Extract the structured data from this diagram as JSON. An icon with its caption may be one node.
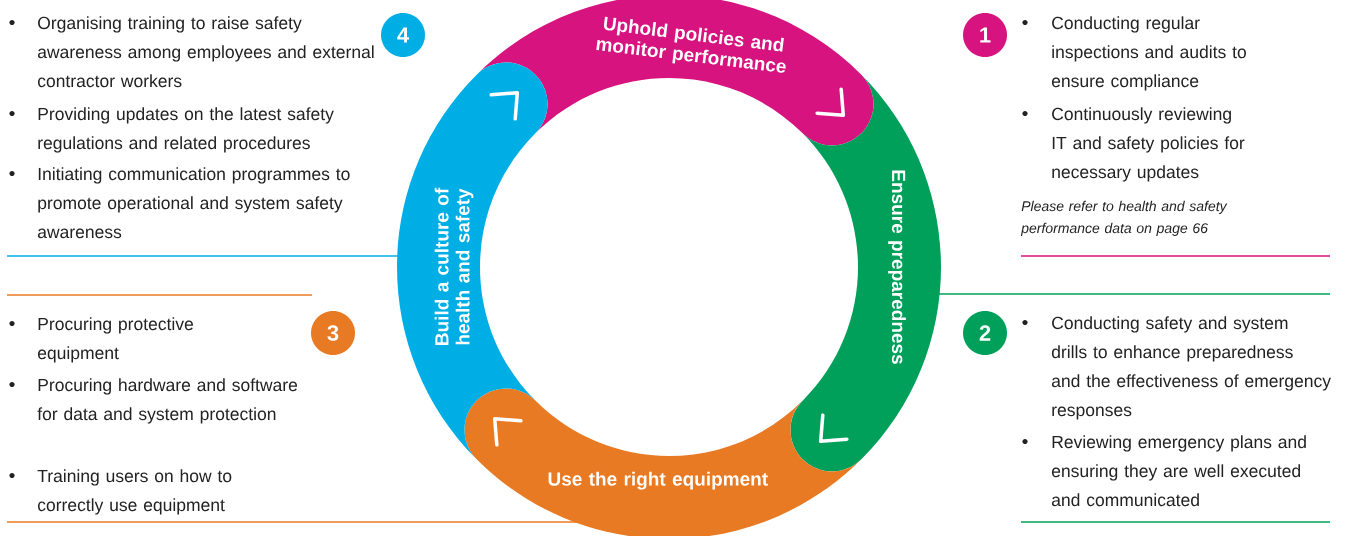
{
  "diagram": {
    "nodes": [
      {
        "text": [
          "Uphold policies and monitor performance"
        ]
      },
      {
        "text": [
          "Ensure preparedness"
        ]
      },
      {
        "text": [
          "Use the right equipment"
        ]
      },
      {
        "text": [
          "Build a culture of health and safety"
        ]
      },
      {
        "text": [
          "1"
        ]
      },
      {
        "text": [
          "2"
        ]
      },
      {
        "text": [
          "3"
        ]
      },
      {
        "text": [
          "4"
        ]
      }
    ],
    "labels": [
      "Organising training to raise safety awareness among employees and external contractor workers",
      "Providing updates on the latest safety regulations and related procedures",
      "Initiating communication programmes to promote operational and system safety awareness",
      "Conducting regular inspections and audits to ensure compliance",
      "Continuously reviewing IT and safety policies for necessary updates",
      "Please refer to health and safety performance data on page 66",
      "Procuring protective equipment",
      "Procuring hardware and software for data and system protection",
      "Training users on how to correctly use equipment",
      "Conducting safety and system drills to enhance preparedness and the effectiveness of emergency responses",
      "Reviewing emergency plans and ensuring they are well executed and communicated"
    ]
  }
}
